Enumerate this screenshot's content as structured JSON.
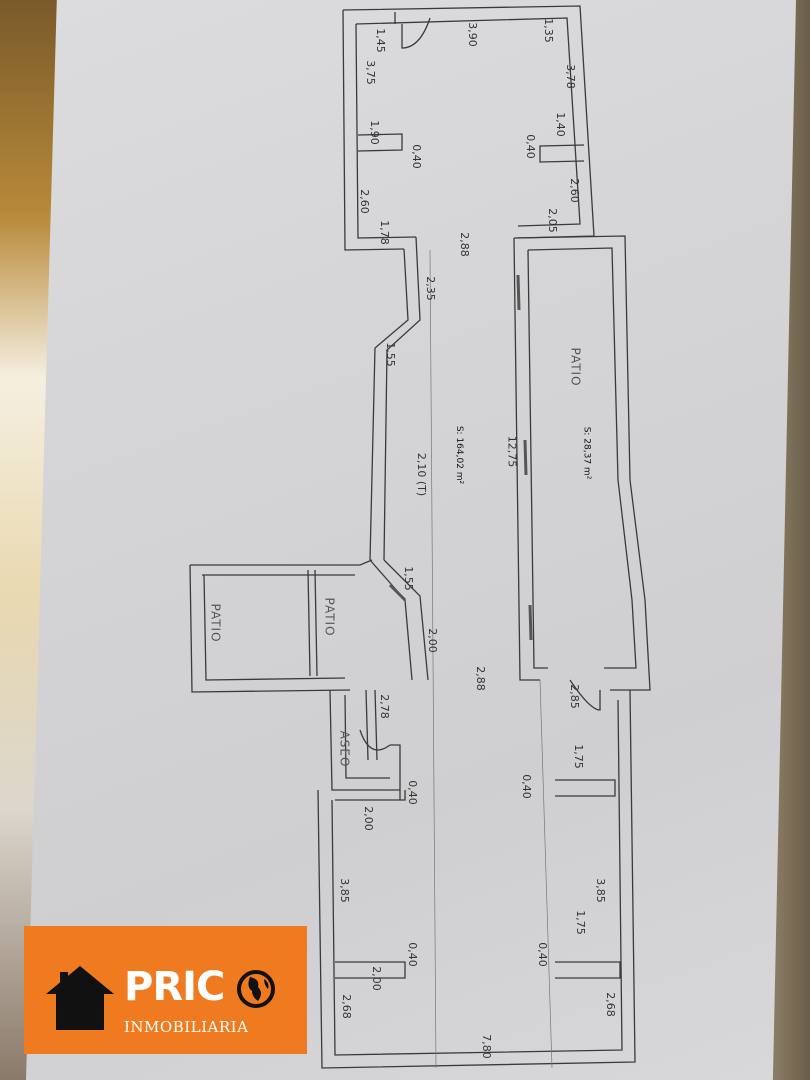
{
  "image": {
    "description": "Photo of a hand-drawn floor plan on paper with real estate logo overlay",
    "paper_color": "#d6d6d8",
    "line_color": "#3a3a3a"
  },
  "plan": {
    "total_area_label": "S: 164,02 m²",
    "patio_area_label": "S: 28,37 m²",
    "ceiling_height_label": "2,10 (T)",
    "rooms": {
      "patio_large": "PATIO",
      "patio_small_left": "PATIO",
      "patio_small_right": "PATIO",
      "bathroom": "ASEO"
    },
    "dimensions": {
      "top_room_width": "3,90",
      "top_left_1": "1,45",
      "top_left_2": "3,75",
      "top_left_3": "1,90",
      "top_right_1": "1,35",
      "top_right_2": "3,78",
      "top_right_3": "1,40",
      "wall_top_left": "0,40",
      "wall_top_right": "0,40",
      "mid_left_1": "2,60",
      "mid_left_2": "1,78",
      "mid_right_1": "2,60",
      "mid_right_2": "2,05",
      "corridor_width_top": "2,88",
      "corridor_segment": "2,35",
      "diagonal_top": "1,55",
      "patio_length": "12,75",
      "diagonal_bottom": "1,55",
      "corridor_segment_2": "2,00",
      "corridor_width_bottom": "2,88",
      "aseo_dim": "2,78",
      "door_dim": "2,85",
      "right_1": "1,75",
      "wall_mid": "0,40",
      "wall_center": "0,40",
      "left_lower_1": "2,00",
      "left_lower_2": "3,85",
      "right_lower_1": "3,85",
      "right_lower_2": "1,75",
      "wall_lower_left": "0,40",
      "wall_lower_center": "0,40",
      "left_lower_3": "2,00",
      "left_bottom": "2,68",
      "right_bottom": "2,68",
      "bottom_width": "7,80"
    }
  },
  "logo": {
    "brand": "PRIC",
    "subtitle": "INMOBILIARIA",
    "background": "#f07a1f",
    "icons": [
      "house-icon",
      "globe-icon"
    ]
  }
}
